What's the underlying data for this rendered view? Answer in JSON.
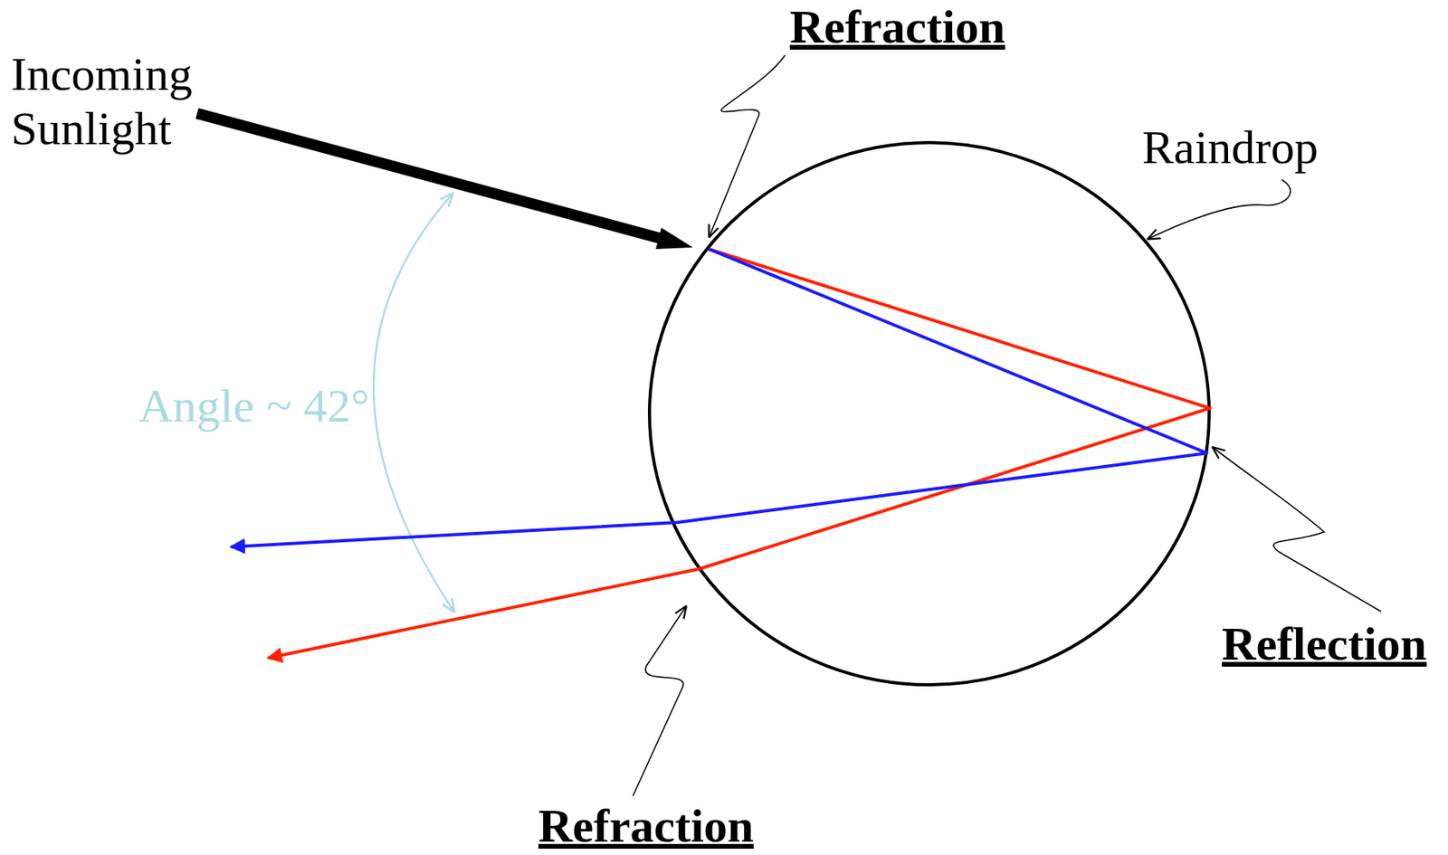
{
  "diagram": {
    "labels": [
      "Incoming Sunlight",
      "Refraction",
      "Raindrop",
      "Angle ~ 42°",
      "Reflection",
      "Refraction"
    ]
  }
}
